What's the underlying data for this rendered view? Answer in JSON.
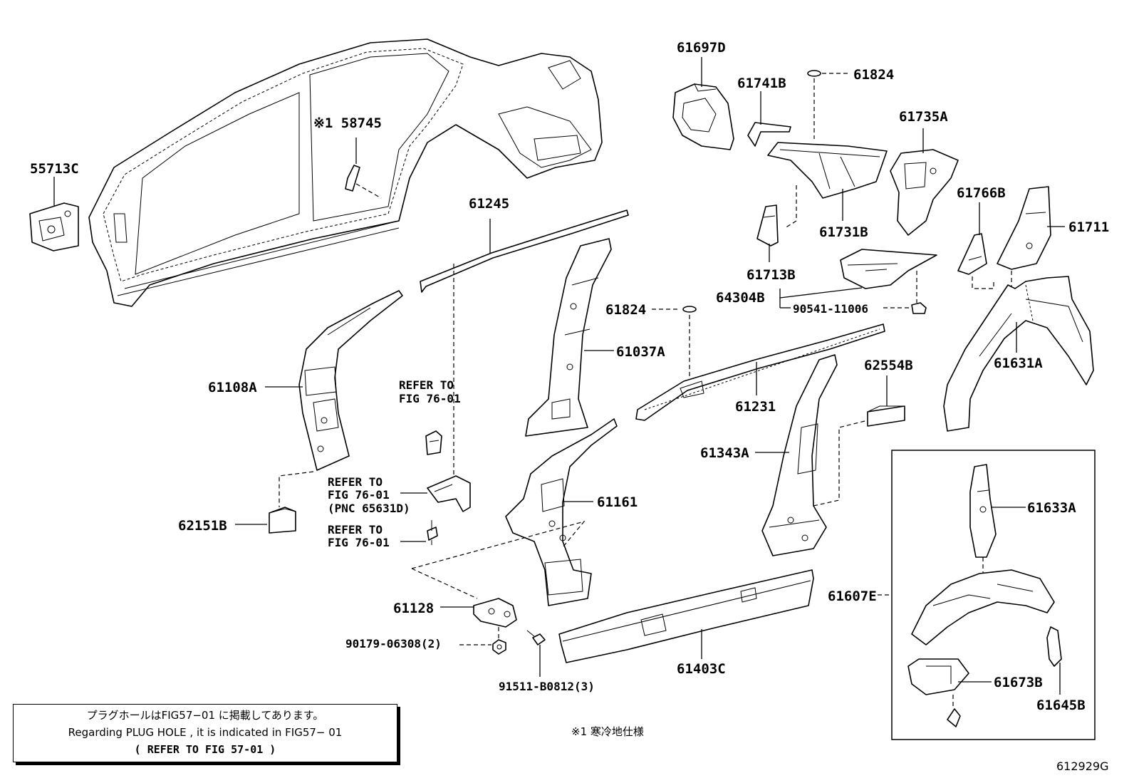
{
  "diagram": {
    "part_labels": {
      "p55713C": "55713C",
      "p58745": "※1 58745",
      "p61245": "61245",
      "p61108A": "61108A",
      "p61037A": "61037A",
      "p61824a": "61824",
      "p61824b": "61824",
      "p61697D": "61697D",
      "p61741B": "61741B",
      "p61735A": "61735A",
      "p61731B": "61731B",
      "p61766B": "61766B",
      "p61711": "61711",
      "p61713B": "61713B",
      "p64304B": "64304B",
      "p90541": "90541-11006",
      "p61631A": "61631A",
      "p61231": "61231",
      "p62554B": "62554B",
      "p61343A": "61343A",
      "p61161": "61161",
      "p62151B": "62151B",
      "p61128": "61128",
      "p90179": "90179-06308(2)",
      "p91511": "91511-B0812(3)",
      "p61403C": "61403C",
      "p61607E": "61607E",
      "p61633A": "61633A",
      "p61673B": "61673B",
      "p61645B": "61645B"
    },
    "refer_notes": {
      "r1_l1": "REFER TO",
      "r1_l2": "FIG 76-01",
      "r2_l1": "REFER TO",
      "r2_l2": "FIG 76-01",
      "r2_l3": "(PNC 65631D)",
      "r3_l1": "REFER TO",
      "r3_l2": "FIG 76-01"
    }
  },
  "footer": {
    "plug_note_jp": "プラグホールはFIG57−01 に掲載してあります。",
    "plug_note_en": "Regarding PLUG HOLE , it is indicated in FIG57− 01",
    "plug_note_ref": "(   REFER TO FIG 57-01  )",
    "spec_note": "※1  寒冷地仕様",
    "figure_id": "612929G"
  }
}
